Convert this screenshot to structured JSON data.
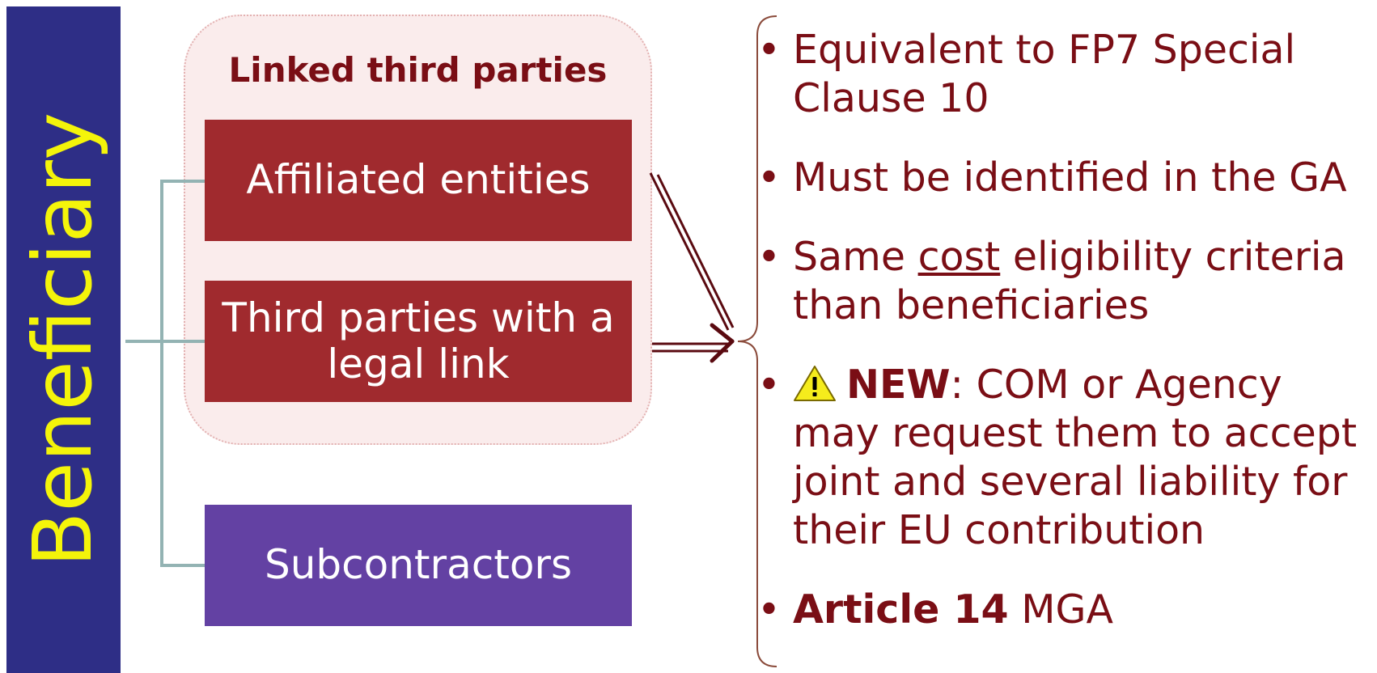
{
  "beneficiary": {
    "label": "Beneficiary"
  },
  "linked_group": {
    "title": "Linked third parties",
    "affiliated": "Affiliated entities",
    "legal_link_line1": "Third parties with a",
    "legal_link_line2": "legal link"
  },
  "subcontractors": {
    "label": "Subcontractors"
  },
  "bullets": {
    "b1_text": "Equivalent to FP7 Special Clause 10",
    "b2_text": "Must be identified in the GA",
    "b3_pre": "Same ",
    "b3_underlined": "cost",
    "b3_post": " eligibility criteria than beneficiaries",
    "b4_icon": "warning-triangle-icon",
    "b4_bold": "NEW",
    "b4_rest": ": COM or Agency may request them to accept joint and several liability for their EU contribution",
    "b5_bold": "Article 14",
    "b5_rest": " MGA"
  },
  "colors": {
    "beneficiary_bg": "#2e2e86",
    "beneficiary_text": "#f4f40a",
    "box_red": "#a02a2e",
    "box_purple": "#6341a3",
    "text_dark_red": "#7a0e15",
    "connector": "#93b3b3"
  }
}
